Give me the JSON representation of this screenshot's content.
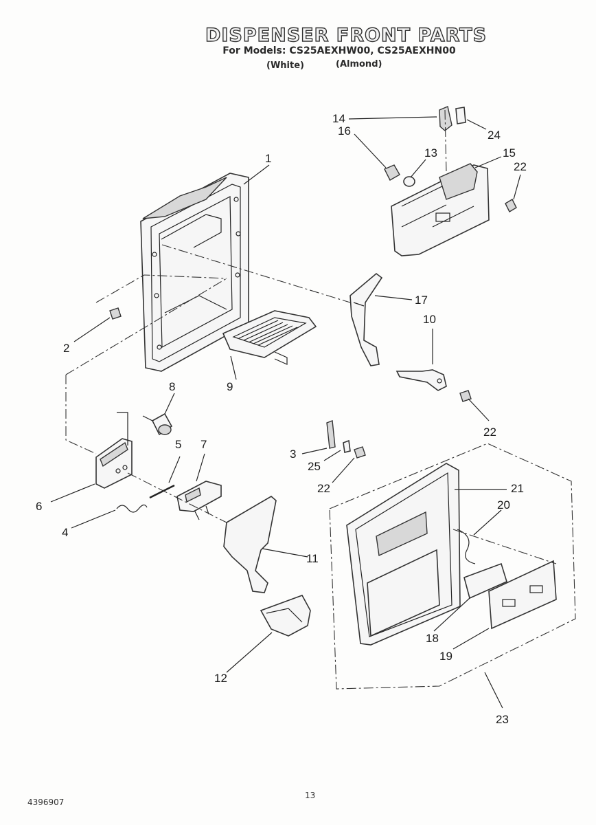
{
  "header": {
    "title": "DISPENSER FRONT PARTS",
    "models_line": "For Models: CS25AEXHW00, CS25AEXHN00",
    "variant_white": "(White)",
    "variant_almond": "(Almond)"
  },
  "footer": {
    "document_number": "4396907",
    "page_number": "13"
  },
  "callouts": [
    "1",
    "2",
    "3",
    "4",
    "5",
    "6",
    "7",
    "8",
    "9",
    "10",
    "11",
    "12",
    "13",
    "14",
    "15",
    "16",
    "17",
    "18",
    "19",
    "20",
    "21",
    "22",
    "22",
    "22",
    "23",
    "24",
    "25"
  ]
}
